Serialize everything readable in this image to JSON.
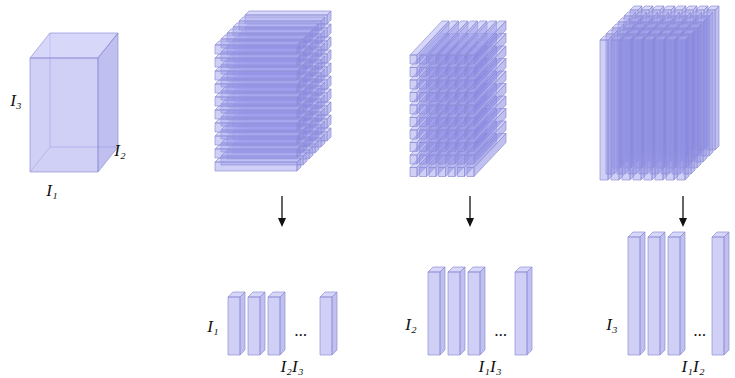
{
  "diagram": {
    "labels": [
      "I₃",
      "I₂",
      "I₁",
      "I₁",
      "...",
      "I₂I₃",
      "I₂",
      "...",
      "I₁I₃",
      "I₃",
      "...",
      "I₁I₂"
    ]
  }
}
